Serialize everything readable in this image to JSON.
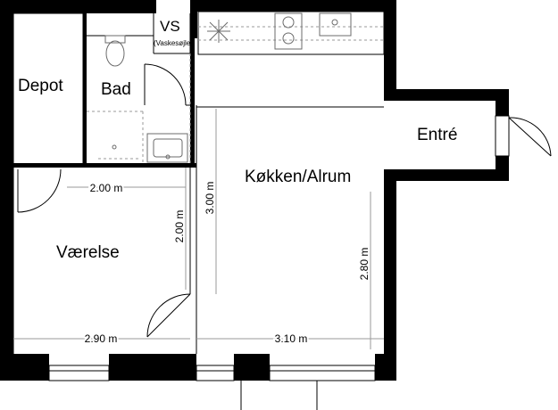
{
  "rooms": {
    "depot": "Depot",
    "bad": "Bad",
    "vs": "VS",
    "vaskesojle": "(Vaskesøjle)",
    "kokken_alrum": "Køkken/Alrum",
    "entre": "Entré",
    "vaerelse": "Værelse"
  },
  "dimensions": {
    "room_width_upper": "2.00 m",
    "room_height_upper": "2.00 m",
    "kitchen_height": "3.00 m",
    "kitchen_height_right": "2.80 m",
    "room_width_lower": "2.90 m",
    "kitchen_width_lower": "3.10 m"
  },
  "colors": {
    "wall": "#000000",
    "background": "#ffffff",
    "dimension_line": "#9a9a9a"
  }
}
